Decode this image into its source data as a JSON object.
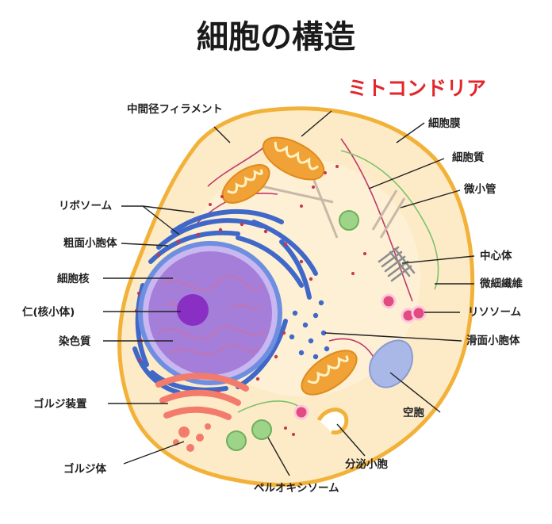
{
  "title": "細胞の構造",
  "highlight": "ミトコンドリア",
  "labels": {
    "intermediate_filament": "中間径フィラメント",
    "ribosome": "リボソーム",
    "rough_er": "粗面小胞体",
    "nucleus": "細胞核",
    "nucleolus": "仁(核小体)",
    "chromatin": "染色質",
    "golgi_apparatus": "ゴルジ装置",
    "golgi_body": "ゴルジ体",
    "cell_membrane": "細胞膜",
    "cytoplasm": "細胞質",
    "microtubule": "微小管",
    "centriole": "中心体",
    "microfilament": "微細繊維",
    "lysosome": "リソソーム",
    "smooth_er": "滑面小胞体",
    "vacuole": "空胞",
    "secretory_vesicle": "分泌小胞",
    "peroxisome": "ペルオキシソーム"
  },
  "colors": {
    "membrane": "#f2b23a",
    "cytoplasm": "#fdebc8",
    "nuclear_envelope": "#6e8fe0",
    "nucleus": "#a57ed9",
    "nucleolus": "#8a2fc4",
    "er": "#3f68c9",
    "mitochondria": "#f0a236",
    "golgi": "#f27b6c",
    "lysosome": "#e24b80",
    "peroxisome": "#9ed48a",
    "vacuole": "#a9b8e6",
    "highlight_text": "#e2262b"
  }
}
